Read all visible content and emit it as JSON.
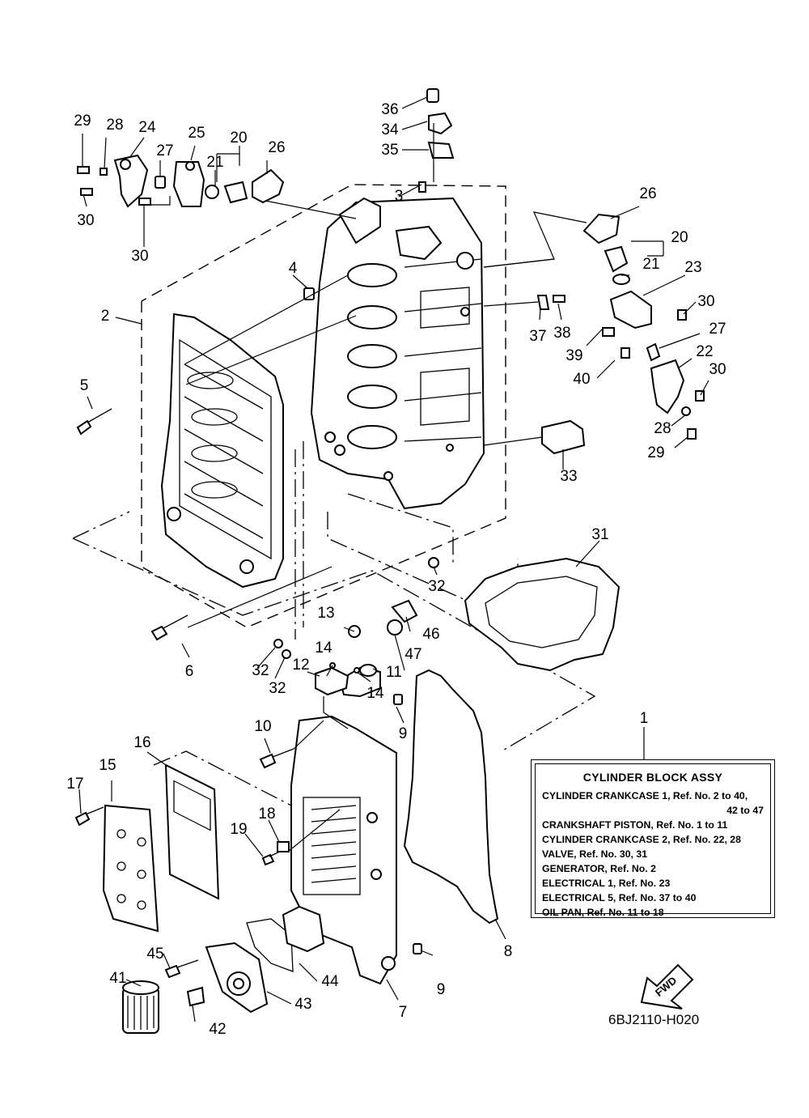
{
  "callouts": [
    {
      "id": "c1",
      "text": "1"
    },
    {
      "id": "c2",
      "text": "2"
    },
    {
      "id": "c3",
      "text": "3"
    },
    {
      "id": "c4",
      "text": "4"
    },
    {
      "id": "c5",
      "text": "5"
    },
    {
      "id": "c6",
      "text": "6"
    },
    {
      "id": "c7",
      "text": "7"
    },
    {
      "id": "c8",
      "text": "8"
    },
    {
      "id": "c9a",
      "text": "9"
    },
    {
      "id": "c9b",
      "text": "9"
    },
    {
      "id": "c10",
      "text": "10"
    },
    {
      "id": "c11",
      "text": "11"
    },
    {
      "id": "c12",
      "text": "12"
    },
    {
      "id": "c13",
      "text": "13"
    },
    {
      "id": "c14a",
      "text": "14"
    },
    {
      "id": "c14b",
      "text": "14"
    },
    {
      "id": "c15",
      "text": "15"
    },
    {
      "id": "c16",
      "text": "16"
    },
    {
      "id": "c17",
      "text": "17"
    },
    {
      "id": "c18",
      "text": "18"
    },
    {
      "id": "c19",
      "text": "19"
    },
    {
      "id": "c20a",
      "text": "20"
    },
    {
      "id": "c20b",
      "text": "20"
    },
    {
      "id": "c21a",
      "text": "21"
    },
    {
      "id": "c21b",
      "text": "21"
    },
    {
      "id": "c22",
      "text": "22"
    },
    {
      "id": "c23",
      "text": "23"
    },
    {
      "id": "c24",
      "text": "24"
    },
    {
      "id": "c25",
      "text": "25"
    },
    {
      "id": "c26a",
      "text": "26"
    },
    {
      "id": "c26b",
      "text": "26"
    },
    {
      "id": "c27a",
      "text": "27"
    },
    {
      "id": "c27b",
      "text": "27"
    },
    {
      "id": "c28a",
      "text": "28"
    },
    {
      "id": "c28b",
      "text": "28"
    },
    {
      "id": "c29a",
      "text": "29"
    },
    {
      "id": "c29b",
      "text": "29"
    },
    {
      "id": "c30a",
      "text": "30"
    },
    {
      "id": "c30b",
      "text": "30"
    },
    {
      "id": "c30c",
      "text": "30"
    },
    {
      "id": "c30d",
      "text": "30"
    },
    {
      "id": "c31",
      "text": "31"
    },
    {
      "id": "c32a",
      "text": "32"
    },
    {
      "id": "c32b",
      "text": "32"
    },
    {
      "id": "c32c",
      "text": "32"
    },
    {
      "id": "c33",
      "text": "33"
    },
    {
      "id": "c34",
      "text": "34"
    },
    {
      "id": "c35",
      "text": "35"
    },
    {
      "id": "c36",
      "text": "36"
    },
    {
      "id": "c37",
      "text": "37"
    },
    {
      "id": "c38",
      "text": "38"
    },
    {
      "id": "c39",
      "text": "39"
    },
    {
      "id": "c40",
      "text": "40"
    },
    {
      "id": "c41",
      "text": "41"
    },
    {
      "id": "c42",
      "text": "42"
    },
    {
      "id": "c43",
      "text": "43"
    },
    {
      "id": "c44",
      "text": "44"
    },
    {
      "id": "c45",
      "text": "45"
    },
    {
      "id": "c46",
      "text": "46"
    },
    {
      "id": "c47",
      "text": "47"
    }
  ],
  "assy_box": {
    "title": "CYLINDER BLOCK ASSY",
    "lines": [
      "CYLINDER CRANKCASE 1,  Ref. No. 2 to 40,",
      "42 to 47",
      "CRANKSHAFT PISTON,  Ref. No. 1 to 11",
      "CYLINDER CRANKCASE 2,  Ref. No. 22, 28",
      "VALVE,  Ref. No. 30, 31",
      "GENERATOR,  Ref. No. 2",
      "ELECTRICAL 1,  Ref. No. 23",
      "ELECTRICAL 5,  Ref. No. 37 to 40",
      "OIL PAN,  Ref. No. 11 to 18"
    ]
  },
  "fwd_label": "FWD",
  "drawing_code": "6BJ2110-H020"
}
